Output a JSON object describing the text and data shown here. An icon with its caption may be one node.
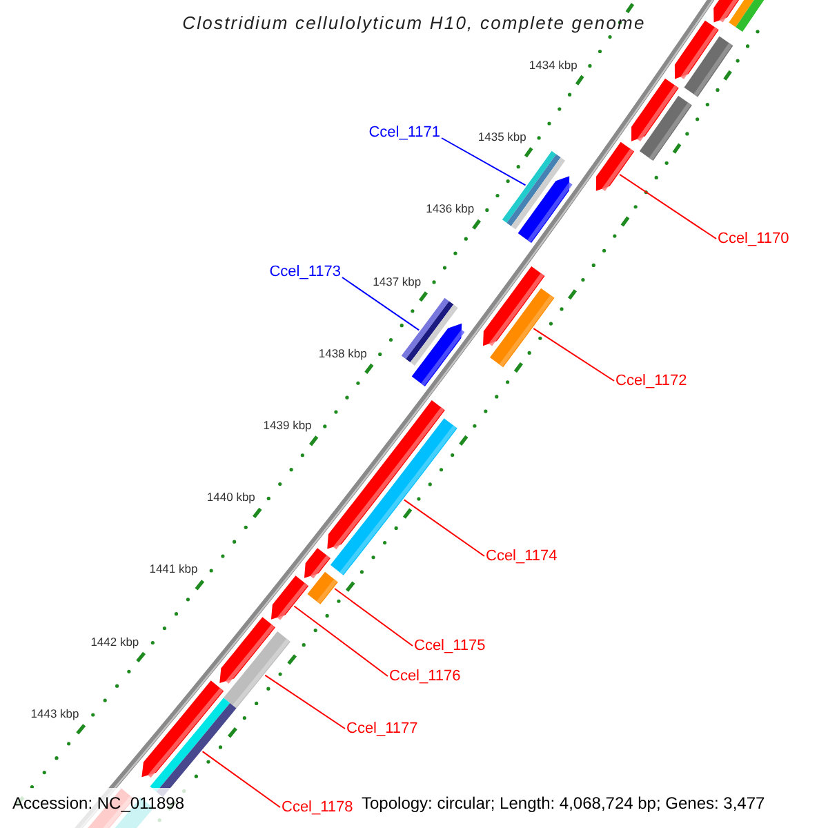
{
  "diagram": {
    "title": "Clostridium cellulolyticum H10, complete genome",
    "nodes": [
      {
        "text": [
          "Ccel_1171"
        ]
      },
      {
        "text": [
          "Ccel_1170"
        ]
      },
      {
        "text": [
          "Ccel_1173"
        ]
      },
      {
        "text": [
          "Ccel_1172"
        ]
      },
      {
        "text": [
          "Ccel_1174"
        ]
      },
      {
        "text": [
          "Ccel_1175"
        ]
      },
      {
        "text": [
          "Ccel_1176"
        ]
      },
      {
        "text": [
          "Ccel_1177"
        ]
      },
      {
        "text": [
          "Ccel_1178"
        ]
      },
      {
        "text": [],
        "shape": "bar"
      },
      {
        "text": [],
        "shape": "bar"
      },
      {
        "text": [],
        "shape": "bar"
      },
      {
        "text": [],
        "shape": "bar"
      },
      {
        "text": [],
        "shape": "bar"
      },
      {
        "text": [],
        "shape": "bar"
      },
      {
        "text": [],
        "shape": "bar"
      },
      {
        "text": [],
        "shape": "bar"
      },
      {
        "text": [],
        "shape": "bar"
      }
    ],
    "edges": [
      {
        "from": 1,
        "to": 9,
        "arrow": "none"
      },
      {
        "from": 0,
        "to": 10,
        "arrow": "none",
        "color": "#0000ff"
      },
      {
        "from": 3,
        "to": 11,
        "arrow": "none"
      },
      {
        "from": 2,
        "to": 12,
        "arrow": "none",
        "color": "#0000ff"
      },
      {
        "from": 4,
        "to": 13,
        "arrow": "none"
      },
      {
        "from": 5,
        "to": 14,
        "arrow": "none"
      },
      {
        "from": 6,
        "to": 15,
        "arrow": "none"
      },
      {
        "from": 7,
        "to": 16,
        "arrow": "none"
      },
      {
        "from": 8,
        "to": 17,
        "arrow": "none"
      }
    ],
    "labels": [
      "1434 kbp",
      "1435 kbp",
      "1436 kbp",
      "1437 kbp",
      "1438 kbp",
      "1439 kbp",
      "1440 kbp",
      "1441 kbp",
      "1442 kbp",
      "1443 kbp",
      "Accession: NC_011898",
      "Topology: circular; Length: 4,068,724 bp; Genes: 3,477"
    ]
  }
}
